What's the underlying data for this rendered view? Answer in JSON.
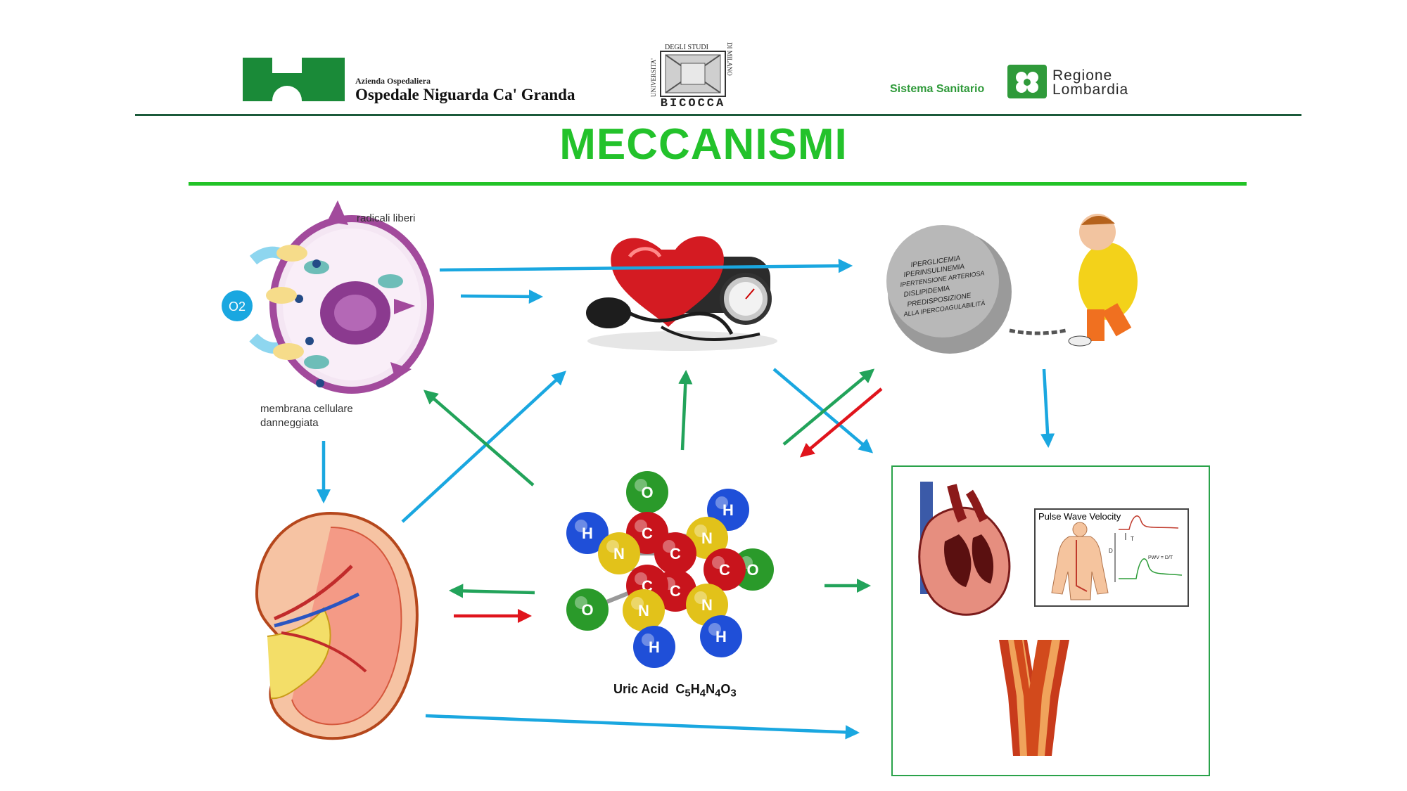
{
  "header": {
    "hospital_small": "Azienda Ospedaliera",
    "hospital_name": "Ospedale Niguarda Ca' Granda",
    "university_top": "DEGLI STUDI",
    "university_left": "UNIVERSITA'",
    "university_right": "DI MILANO",
    "university_name": "BICOCCA",
    "sistema": "Sistema Sanitario",
    "regione_line1": "Regione",
    "regione_line2": "Lombardia"
  },
  "title": "MECCANISMI",
  "cell": {
    "label_radicals": "radicali liberi",
    "label_o2": "O2",
    "label_membrane_1": "membrana cellulare",
    "label_membrane_2": "danneggiata"
  },
  "ball_text": [
    "IPERGLICEMIA",
    "IPERINSULINEMIA",
    "IPERTENSIONE ARTERIOSA",
    "DISLIPIDEMIA",
    "PREDISPOSIZIONE",
    "ALLA IPERCOAGULABILITÀ"
  ],
  "molecule": {
    "atoms": [
      {
        "symbol": "O",
        "color": "#2a9a2a"
      },
      {
        "symbol": "H",
        "color": "#1f4fd8"
      },
      {
        "symbol": "C",
        "color": "#c8141c"
      },
      {
        "symbol": "N",
        "color": "#e2c21a"
      },
      {
        "symbol": "H",
        "color": "#1f4fd8"
      },
      {
        "symbol": "N",
        "color": "#e2c21a"
      },
      {
        "symbol": "C",
        "color": "#c8141c"
      },
      {
        "symbol": "C",
        "color": "#c8141c"
      },
      {
        "symbol": "O",
        "color": "#2a9a2a"
      },
      {
        "symbol": "C",
        "color": "#c8141c"
      },
      {
        "symbol": "C",
        "color": "#c8141c"
      },
      {
        "symbol": "N",
        "color": "#e2c21a"
      },
      {
        "symbol": "N",
        "color": "#e2c21a"
      },
      {
        "symbol": "O",
        "color": "#2a9a2a"
      },
      {
        "symbol": "H",
        "color": "#1f4fd8"
      },
      {
        "symbol": "H",
        "color": "#1f4fd8"
      }
    ],
    "label_name": "Uric Acid",
    "formula": {
      "c": "C",
      "c_n": "5",
      "h": "H",
      "h_n": "4",
      "n": "N",
      "n_n": "4",
      "o": "O",
      "o_n": "3"
    }
  },
  "pwv": {
    "title": "Pulse Wave Velocity",
    "label_d": "D",
    "label_t": "T",
    "label_formula": "PWV = D/T"
  },
  "colors": {
    "blue_arrow": "#1aa7e0",
    "green_arrow": "#22a35a",
    "red_arrow": "#e0141c",
    "title_green": "#23c22b",
    "box_border": "#2aa24a"
  }
}
